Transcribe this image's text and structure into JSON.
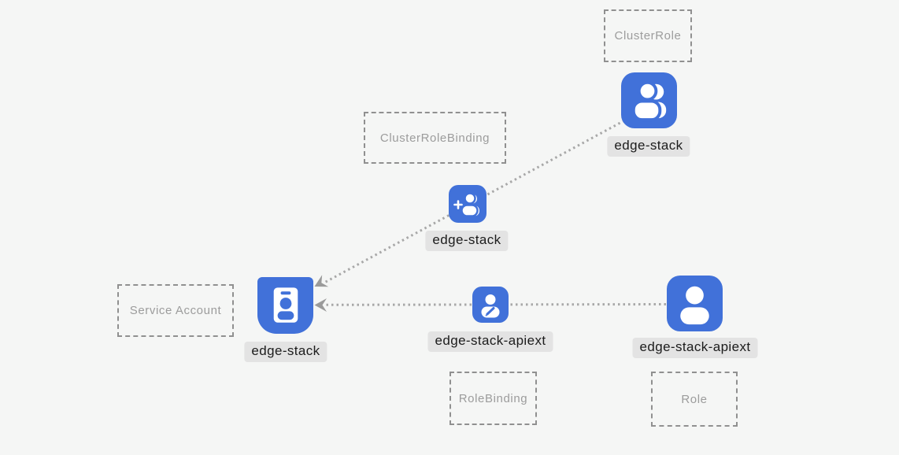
{
  "diagram": {
    "background": "#f5f6f5",
    "colors": {
      "node_blue": "#4171d9",
      "node_glyph_white": "#ffffff",
      "label_bg": "#e3e3e3",
      "label_text": "#1c1c1c",
      "dashed_border": "#909090",
      "dashed_text": "#9c9c9c",
      "edge_dots": "#a8a8a8",
      "arrowhead": "#9a9a9a"
    },
    "type_boxes": {
      "cluster_role": {
        "label": "ClusterRole"
      },
      "cluster_role_binding": {
        "label": "ClusterRoleBinding"
      },
      "service_account": {
        "label": "Service Account"
      },
      "role_binding": {
        "label": "RoleBinding"
      },
      "role": {
        "label": "Role"
      }
    },
    "nodes": {
      "cluster_role": {
        "label": "edge-stack",
        "icon": "users-icon",
        "type": "ClusterRole"
      },
      "cluster_role_binding": {
        "label": "edge-stack",
        "icon": "user-plus-icon",
        "type": "ClusterRoleBinding"
      },
      "service_account": {
        "label": "edge-stack",
        "icon": "id-badge-icon",
        "type": "Service Account"
      },
      "role_binding": {
        "label": "edge-stack-apiext",
        "icon": "user-edit-icon",
        "type": "RoleBinding"
      },
      "role": {
        "label": "edge-stack-apiext",
        "icon": "user-icon",
        "type": "Role"
      }
    },
    "edges": [
      {
        "from": "cluster_role:edge-stack",
        "via": "cluster_role_binding:edge-stack",
        "to": "service_account:edge-stack",
        "style": "dotted",
        "arrowhead": "at service_account"
      },
      {
        "from": "role:edge-stack-apiext",
        "via": "role_binding:edge-stack-apiext",
        "to": "service_account:edge-stack",
        "style": "dotted",
        "arrowhead": "at service_account"
      }
    ]
  }
}
